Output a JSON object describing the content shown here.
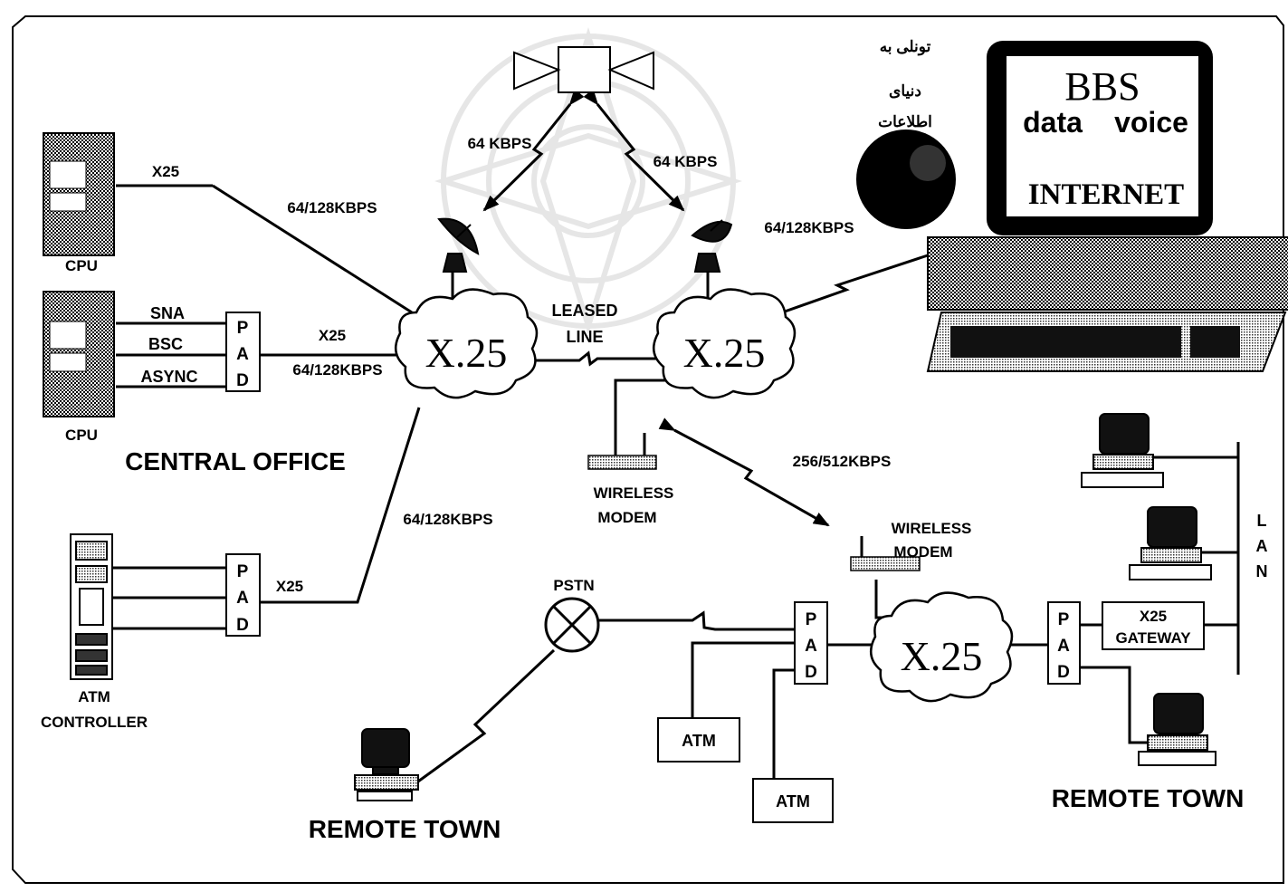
{
  "colors": {
    "ink": "#000000",
    "paper": "#ffffff",
    "watermark": "#d9d9d9",
    "grey": "#9a9a9a"
  },
  "labels": {
    "x25_top": "X25",
    "speed_central_top": "64/128KBPS",
    "speed_sat_left": "64 KBPS",
    "speed_sat_right": "64 KBPS",
    "speed_right_net": "64/128KBPS",
    "cpu_top": "CPU",
    "cpu_bottom": "CPU",
    "sna": "SNA",
    "bsc": "BSC",
    "async": "ASYNC",
    "x25_mid": "X25",
    "speed_central_mid": "64/128KBPS",
    "leased_line_1": "LEASED",
    "leased_line_2": "LINE",
    "central_office": "CENTRAL OFFICE",
    "wireless_modem_1": "WIRELESS",
    "wireless_modem_2": "MODEM",
    "speed_wireless": "256/512KBPS",
    "speed_atm": "64/128KBPS",
    "wireless_modem_r1": "WIRELESS",
    "wireless_modem_r2": "MODEM",
    "x25_atm": "X25",
    "pstn": "PSTN",
    "atm_controller_1": "ATM",
    "atm_controller_2": "CONTROLLER",
    "atm_box_1": "ATM",
    "atm_box_2": "ATM",
    "remote_town_left": "REMOTE TOWN",
    "remote_town_right": "REMOTE TOWN",
    "x25_gateway_1": "X25",
    "x25_gateway_2": "GATEWAY",
    "lan_l": "L",
    "lan_a": "A",
    "lan_n": "N",
    "pad_p": "P",
    "pad_a": "A",
    "pad_d": "D",
    "cloud_x25": "X.25",
    "bbs": "BBS",
    "data": "data",
    "voice": "voice",
    "internet": "INTERNET",
    "persian_1": "تونلی به",
    "persian_2": "دنیای",
    "persian_3": "اطلاعات"
  }
}
